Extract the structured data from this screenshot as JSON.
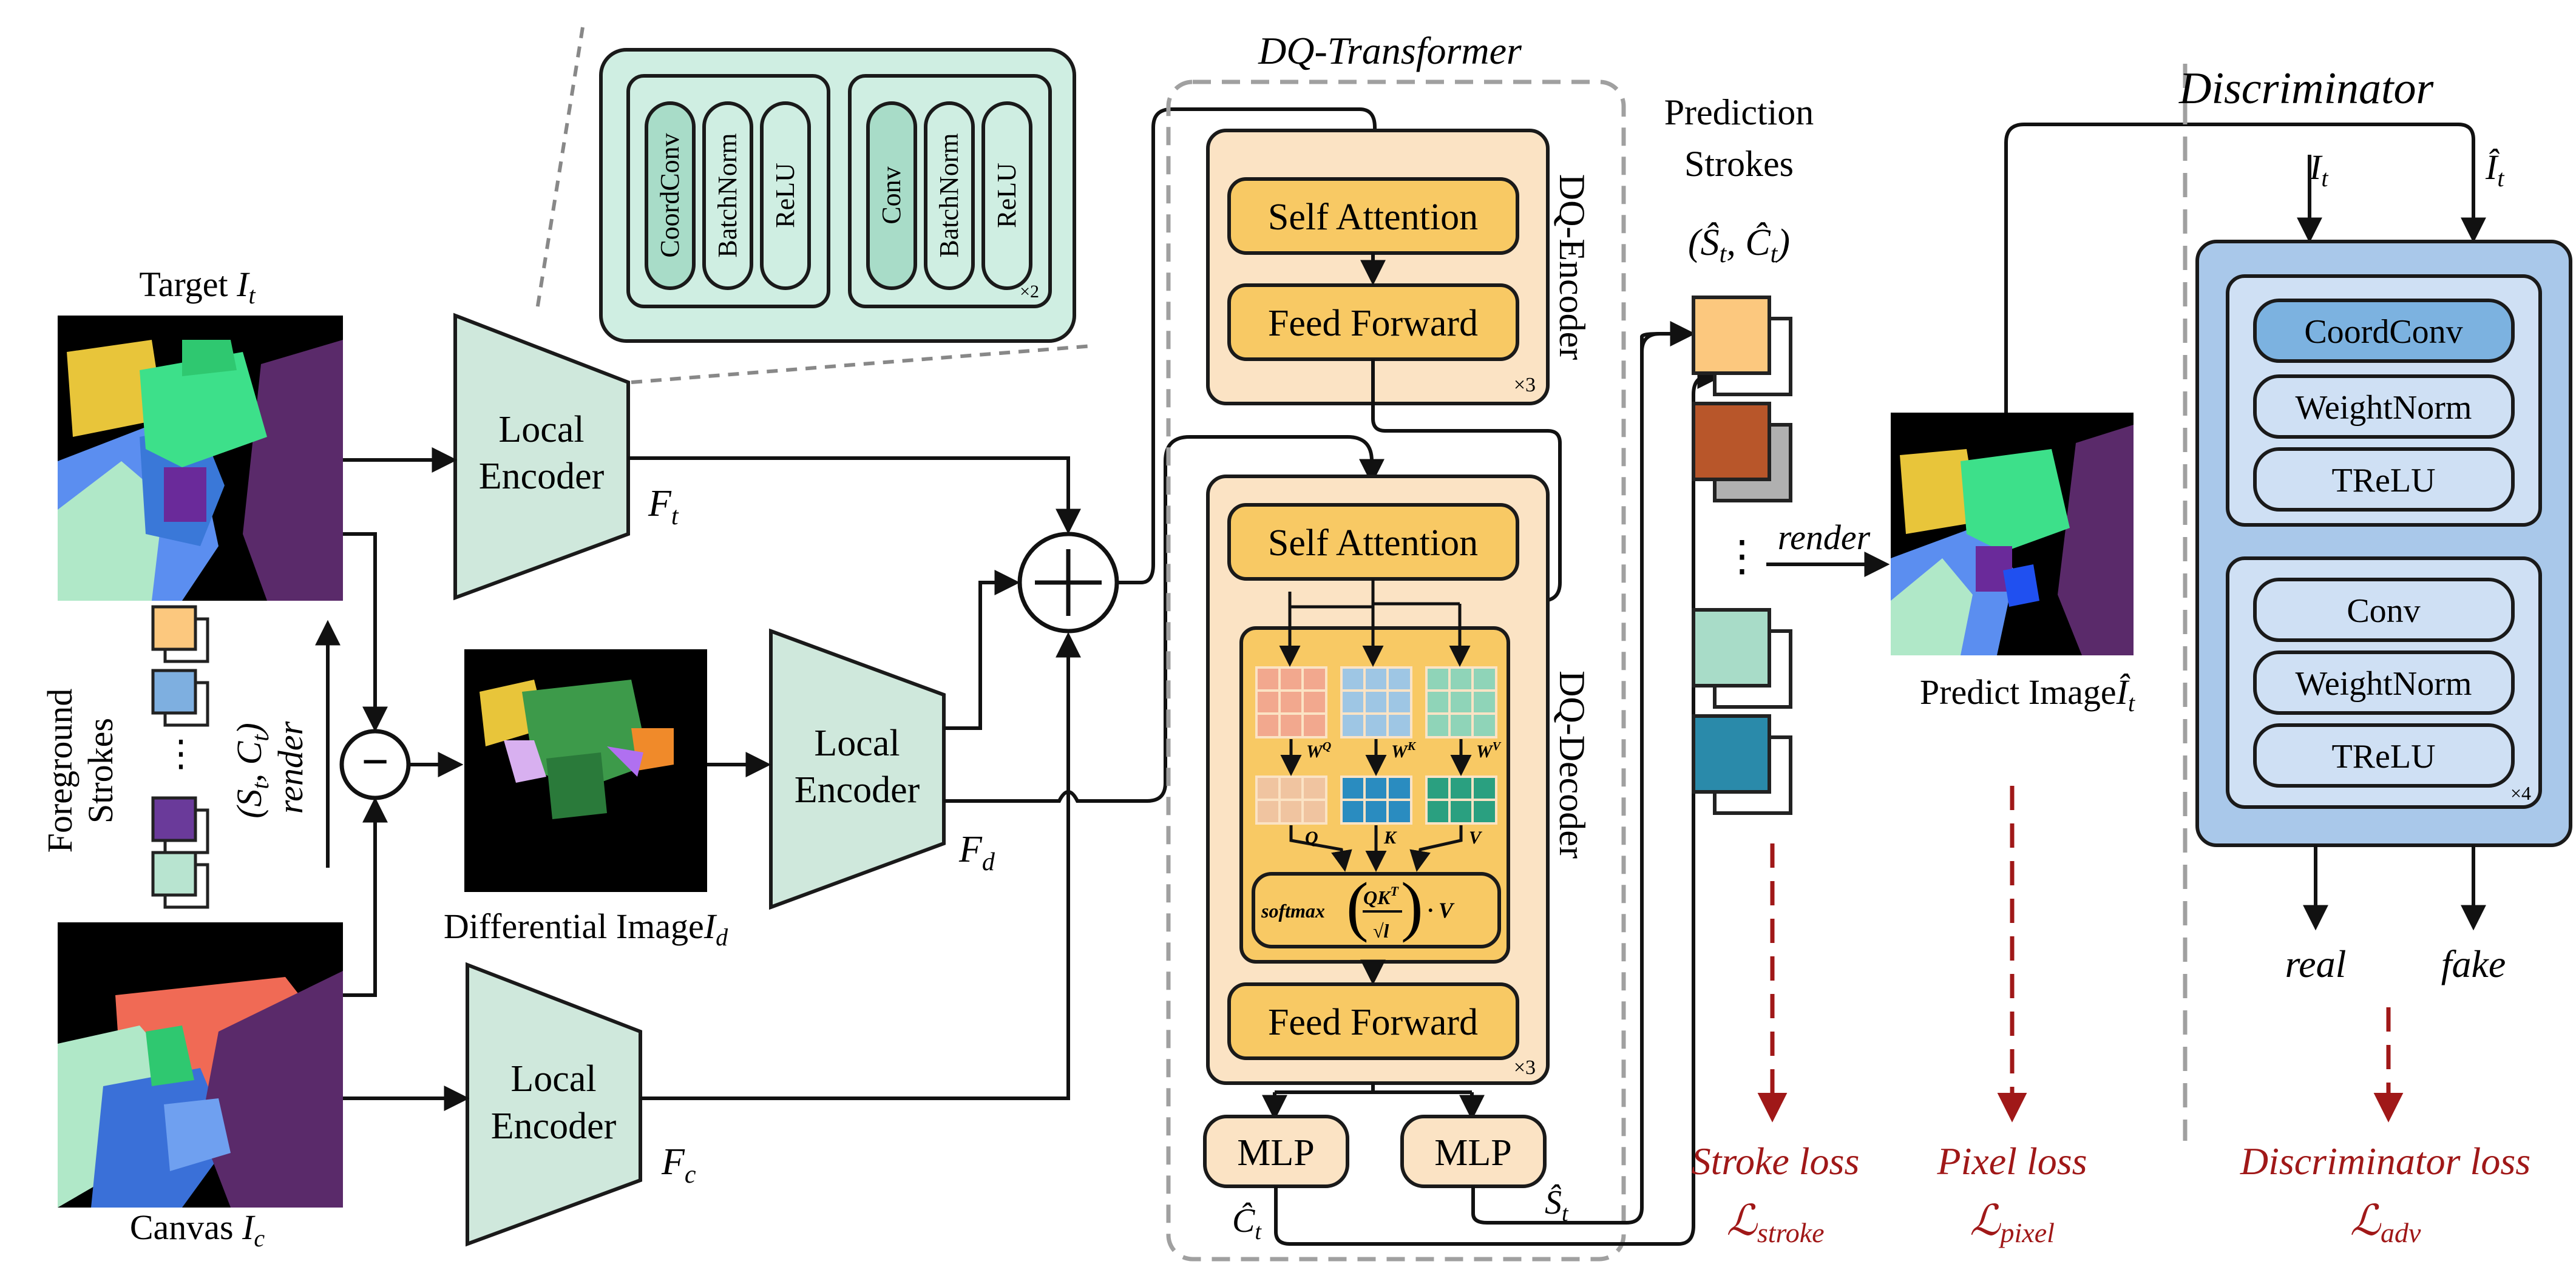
{
  "colors": {
    "encoder_fill": "#cfe8dc",
    "encoder_stroke": "#1a1a1a",
    "transformer_block_fill": "#fbe3c4",
    "transformer_layer_fill": "#f8c964",
    "mlp_fill": "#fbe3c4",
    "disc_outer_fill": "#a9c8ea",
    "disc_inner_fill": "#cfe0f4",
    "coordconv_fill": "#7cb2e0",
    "inset_fill": "#cfeee2",
    "inset_pill_fill": "#a8dcc8",
    "loss_color": "#a01818",
    "dashed_gray": "#a0a0a0"
  },
  "inputs": {
    "target_label": "Target",
    "target_symbol": "I",
    "target_sub": "t",
    "canvas_label": "Canvas",
    "canvas_symbol": "I",
    "canvas_sub": "c",
    "differential_label": "Differential Image",
    "differential_symbol": "I",
    "differential_sub": "d"
  },
  "foreground": {
    "label_line1": "Foreground",
    "label_line2": "Strokes",
    "stroke_tuple": "(S",
    "stroke_tuple_sub1": "t",
    "stroke_tuple_mid": ", C",
    "stroke_tuple_sub2": "t",
    "stroke_tuple_end": ")",
    "render_label": "render",
    "ellipsis": "⋮"
  },
  "encoders": {
    "top": {
      "line1": "Local",
      "line2": "Encoder",
      "feature": "F",
      "feature_sub": "t"
    },
    "middle": {
      "line1": "Local",
      "line2": "Encoder",
      "feature": "F",
      "feature_sub": "d"
    },
    "bottom": {
      "line1": "Local",
      "line2": "Encoder",
      "feature": "F",
      "feature_sub": "c"
    }
  },
  "inset": {
    "group1": [
      "CoordConv",
      "BatchNorm",
      "ReLU"
    ],
    "group2": [
      "Conv",
      "BatchNorm",
      "ReLU"
    ],
    "group2_repeat": "×2"
  },
  "operators": {
    "plus": "+",
    "minus": "−"
  },
  "transformer": {
    "title": "DQ-Transformer",
    "encoder_label": "DQ-Encoder",
    "decoder_label": "DQ-Decoder",
    "self_attention": "Self Attention",
    "feed_forward": "Feed Forward",
    "encoder_repeat": "×3",
    "decoder_repeat": "×3",
    "wq": "W",
    "wq_sup": "Q",
    "wk": "W",
    "wk_sup": "K",
    "wv": "W",
    "wv_sup": "V",
    "q": "Q",
    "k": "K",
    "v": "V",
    "softmax": "softmax",
    "softmax_num": "QK",
    "softmax_num_sup": "T",
    "softmax_den": "√l",
    "softmax_tail": "· V",
    "mlp_left": "MLP",
    "mlp_right": "MLP",
    "out_c": "Ĉ",
    "out_c_sub": "t",
    "out_s": "Ŝ",
    "out_s_sub": "t"
  },
  "prediction": {
    "title_line1": "Prediction",
    "title_line2": "Strokes",
    "tuple": "(Ŝ",
    "tuple_sub1": "t",
    "tuple_mid": ", Ĉ",
    "tuple_sub2": "t",
    "tuple_end": ")",
    "render_label": "render",
    "ellipsis": "⋮",
    "predict_label": "Predict Image",
    "predict_symbol": "Î",
    "predict_sub": "t"
  },
  "discriminator": {
    "title": "Discriminator",
    "in_left": "I",
    "in_left_sub": "t",
    "in_right": "Î",
    "in_right_sub": "t",
    "block1": [
      "CoordConv",
      "WeightNorm",
      "TReLU"
    ],
    "block2": [
      "Conv",
      "WeightNorm",
      "TReLU"
    ],
    "block2_repeat": "×4",
    "out_real": "real",
    "out_fake": "fake"
  },
  "losses": {
    "stroke_name": "Stroke loss",
    "stroke_symbol": "ℒ",
    "stroke_sub": "stroke",
    "pixel_name": "Pixel loss",
    "pixel_symbol": "ℒ",
    "pixel_sub": "pixel",
    "disc_name": "Discriminator loss",
    "disc_symbol": "ℒ",
    "disc_sub": "adv"
  }
}
